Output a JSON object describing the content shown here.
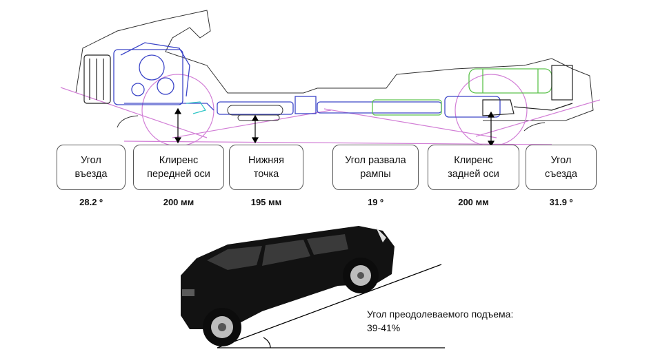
{
  "specs": [
    {
      "label": "Угол\nвъезда",
      "value": "28.2 º"
    },
    {
      "label": "Клиренс\nпередней оси",
      "value": "200 мм"
    },
    {
      "label": "Нижняя\nточка",
      "value": "195 мм"
    },
    {
      "label": "Угол развала\nрампы",
      "value": "19 º"
    },
    {
      "label": "Клиренс\nзадней оси",
      "value": "200 мм"
    },
    {
      "label": "Угол\nсъезда",
      "value": "31.9 º"
    }
  ],
  "slope": {
    "label": "Угол преодолеваемого подъема:",
    "value": "39-41%"
  },
  "colors": {
    "pink_lines": "#d27fd6",
    "engine_blue": "#3c46c8",
    "tank_green": "#5cc24c",
    "vehicle_body": "#121212",
    "outline": "#555555"
  }
}
